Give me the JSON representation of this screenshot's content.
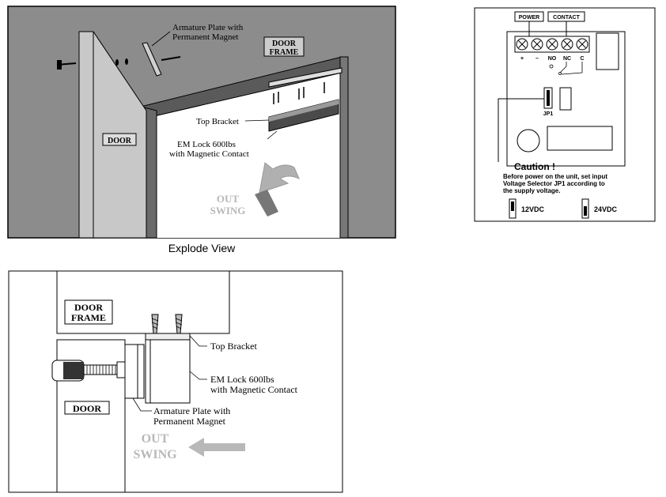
{
  "exploded_view": {
    "caption": "Explode View",
    "armature_label": [
      "Armature Plate with",
      "Permanent Magnet"
    ],
    "door_frame_label": [
      "DOOR",
      "FRAME"
    ],
    "door_label": "DOOR",
    "top_bracket_label": "Top Bracket",
    "em_lock_label": [
      "EM Lock 600lbs",
      "with Magnetic Contact"
    ],
    "out_swing_label": [
      "OUT",
      "SWING"
    ]
  },
  "terminal_board": {
    "power_label": "POWER",
    "contact_label": "CONTACT",
    "terminals": [
      "+",
      "–",
      "NO",
      "NC",
      "C"
    ],
    "jumper_label": "JP1",
    "caution_title": "Caution !",
    "caution_lines": [
      "Before power on the unit, set input",
      "Voltage Selector JP1 according to",
      "the supply voltage."
    ],
    "voltage_options": [
      "12VDC",
      "24VDC"
    ]
  },
  "side_view": {
    "door_frame_label": [
      "DOOR",
      "FRAME"
    ],
    "door_label": "DOOR",
    "top_bracket_label": "Top Bracket",
    "em_lock_label": [
      "EM Lock 600lbs",
      "with Magnetic Contact"
    ],
    "armature_label": [
      "Armature Plate with",
      "Permanent Magnet"
    ],
    "out_swing_label": [
      "OUT",
      "SWING"
    ]
  },
  "colors": {
    "wall_gray": "#8c8c8c",
    "frame_dark": "#5a5a5a",
    "door_light": "#c8c8c8",
    "out_swing_gray": "#b8b8b8"
  }
}
